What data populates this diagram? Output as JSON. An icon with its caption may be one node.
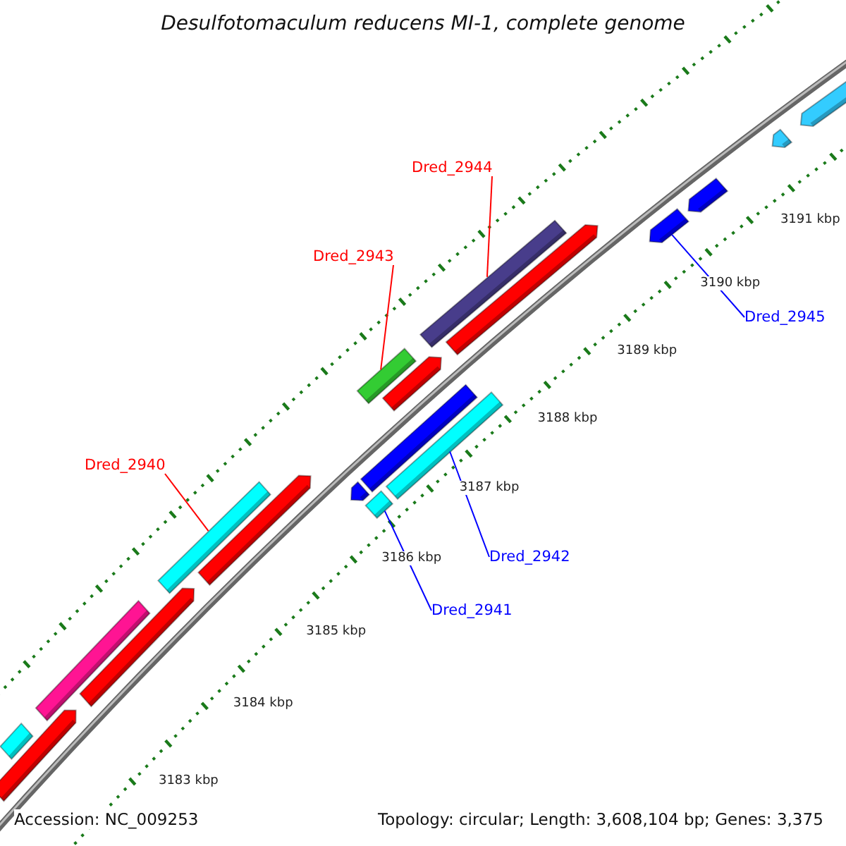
{
  "diagram": {
    "title": "Desulfotomaculum reducens MI-1, complete genome",
    "nodes": [
      {
        "text": [
          "Dred_2944"
        ]
      },
      {
        "text": [],
        "shape": "bar"
      },
      {
        "text": [
          "Dred_2943"
        ]
      },
      {
        "text": [],
        "shape": "bar"
      },
      {
        "text": [
          "Dred_2945"
        ]
      },
      {
        "text": [],
        "shape": "bar"
      },
      {
        "text": [
          "Dred_2940"
        ]
      },
      {
        "text": [],
        "shape": "bar"
      },
      {
        "text": [
          "Dred_2942"
        ]
      },
      {
        "text": [],
        "shape": "bar"
      },
      {
        "text": [
          "Dred_2941"
        ]
      },
      {
        "text": [],
        "shape": "bar"
      },
      {
        "text": [],
        "shape": "bar"
      },
      {
        "text": [],
        "shape": "bar"
      },
      {
        "text": [],
        "shape": "bar"
      },
      {
        "text": [],
        "shape": "bar"
      },
      {
        "text": [],
        "shape": "bar"
      },
      {
        "text": [],
        "shape": "bar"
      },
      {
        "text": [],
        "shape": "bar"
      },
      {
        "text": [],
        "shape": "bar"
      },
      {
        "text": [],
        "shape": "bar"
      },
      {
        "text": [],
        "shape": "bar"
      },
      {
        "text": [],
        "shape": "bar"
      },
      {
        "text": [],
        "shape": "bar"
      }
    ],
    "edges": [
      {
        "from": 0,
        "to": 1,
        "arrow": "none",
        "color": "#ff0000"
      },
      {
        "from": 2,
        "to": 3,
        "arrow": "none",
        "color": "#ff0000"
      },
      {
        "from": 4,
        "to": 5,
        "arrow": "none",
        "color": "#0000ff"
      },
      {
        "from": 6,
        "to": 7,
        "arrow": "none",
        "color": "#ff0000"
      },
      {
        "from": 8,
        "to": 9,
        "arrow": "none",
        "color": "#0000ff"
      },
      {
        "from": 10,
        "to": 11,
        "arrow": "none",
        "color": "#0000ff"
      }
    ],
    "labels": [
      "3191 kbp",
      "3190 kbp",
      "3189 kbp",
      "3188 kbp",
      "3187 kbp",
      "3186 kbp",
      "3185 kbp",
      "3184 kbp",
      "3183 kbp",
      "Accession: NC_009253",
      "Topology: circular; Length: 3,608,104 bp; Genes: 3,375"
    ]
  }
}
